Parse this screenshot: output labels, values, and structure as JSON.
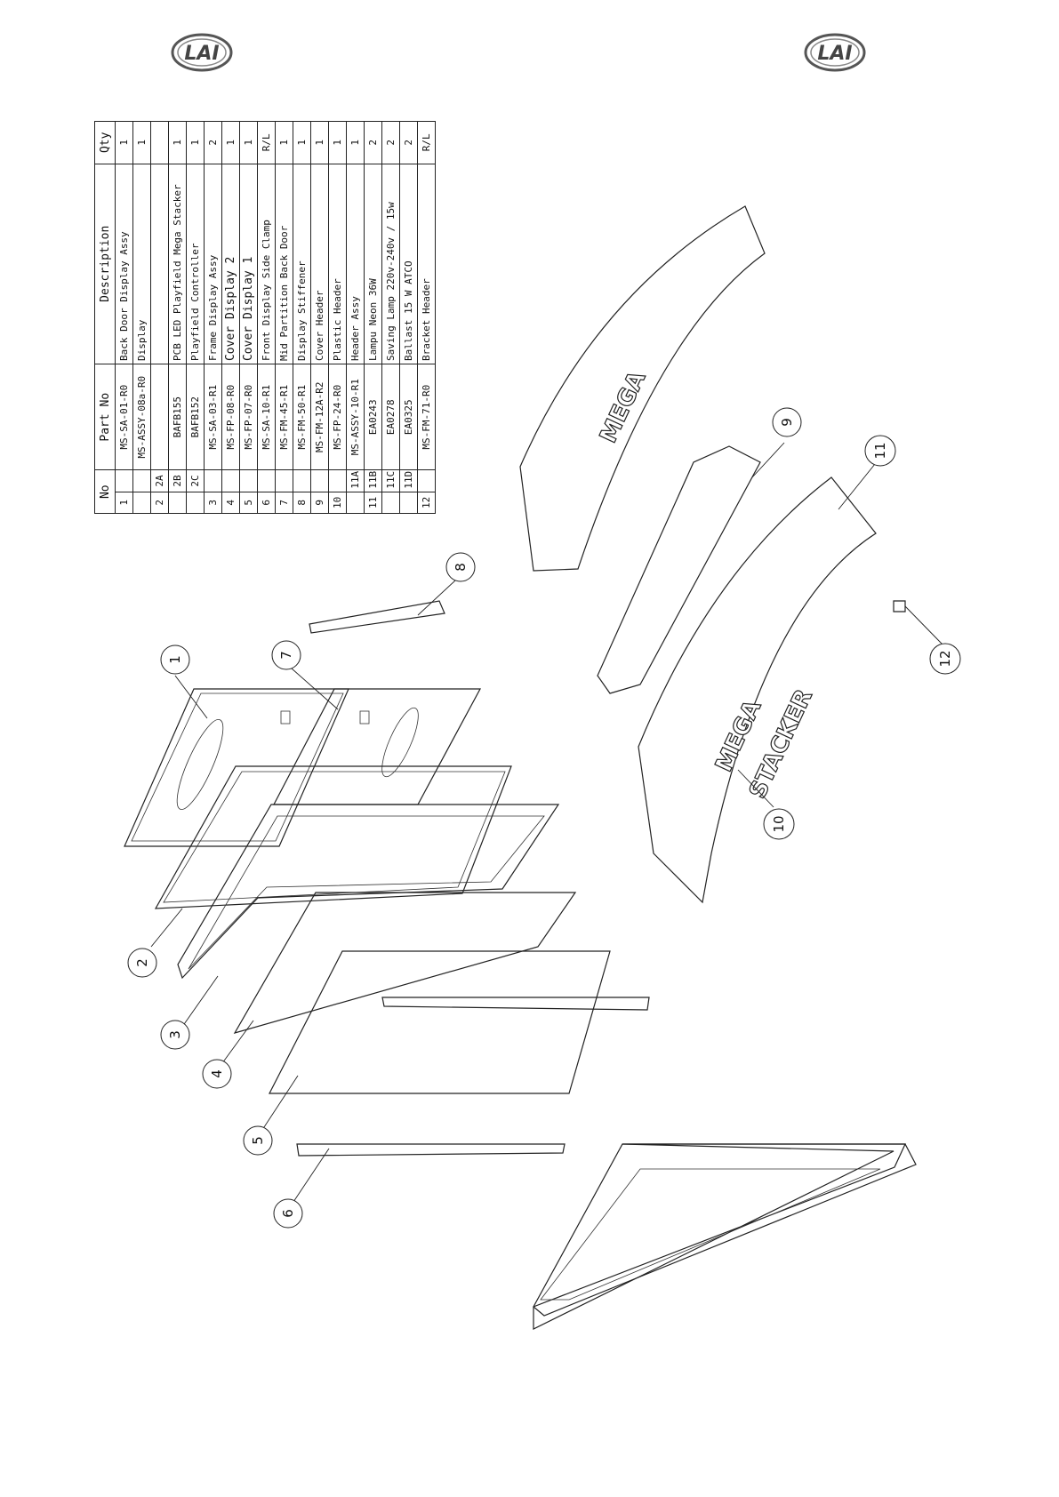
{
  "logo": {
    "text": "LAI"
  },
  "parts_table": {
    "headers": {
      "no": "No",
      "part_no": "Part No",
      "description": "Description",
      "qty": "Qty"
    },
    "rows": [
      {
        "no": "1",
        "sub": "",
        "part_no": "MS-SA-01-R0",
        "description": "Back Door Display Assy",
        "qty": "1"
      },
      {
        "no": "",
        "sub": "",
        "part_no": "MS-ASSY-08a-R0",
        "description": "Display",
        "qty": "1"
      },
      {
        "no": "2",
        "sub": "2A",
        "part_no": "",
        "description": "",
        "qty": ""
      },
      {
        "no": "",
        "sub": "2B",
        "part_no": "BAFB155",
        "description": "PCB LED Playfield Mega Stacker",
        "qty": "1"
      },
      {
        "no": "",
        "sub": "2C",
        "part_no": "BAFB152",
        "description": "Playfield Controller",
        "qty": "1"
      },
      {
        "no": "3",
        "sub": "",
        "part_no": "MS-SA-03-R1",
        "description": "Frame Display Assy",
        "qty": "2"
      },
      {
        "no": "4",
        "sub": "",
        "part_no": "MS-FP-08-R0",
        "description": "Cover Display 2",
        "qty": "1"
      },
      {
        "no": "5",
        "sub": "",
        "part_no": "MS-FP-07-R0",
        "description": "Cover Display 1",
        "qty": "1"
      },
      {
        "no": "6",
        "sub": "",
        "part_no": "MS-SA-10-R1",
        "description": "Front Display Side Clamp",
        "qty": "R/L"
      },
      {
        "no": "7",
        "sub": "",
        "part_no": "MS-FM-45-R1",
        "description": "Mid Partition Back Door",
        "qty": "1"
      },
      {
        "no": "8",
        "sub": "",
        "part_no": "MS-FM-50-R1",
        "description": "Display Stiffener",
        "qty": "1"
      },
      {
        "no": "9",
        "sub": "",
        "part_no": "MS-FM-12A-R2",
        "description": "Cover Header",
        "qty": "1"
      },
      {
        "no": "10",
        "sub": "",
        "part_no": "MS-FP-24-R0",
        "description": "Plastic Header",
        "qty": "1"
      },
      {
        "no": "",
        "sub": "11A",
        "part_no": "MS-ASSY-10-R1",
        "description": "Header Assy",
        "qty": "1"
      },
      {
        "no": "11",
        "sub": "11B",
        "part_no": "EA0243",
        "description": "Lampu Neon 36W",
        "qty": "2"
      },
      {
        "no": "",
        "sub": "11C",
        "part_no": "EA0278",
        "description": "Saving Lamp 220v-240v / 15w",
        "qty": "2"
      },
      {
        "no": "",
        "sub": "11D",
        "part_no": "EA0325",
        "description": "Ballast 15 W ATCO",
        "qty": "2"
      },
      {
        "no": "12",
        "sub": "",
        "part_no": "MS-FM-71-R0",
        "description": "Bracket Header",
        "qty": "R/L"
      }
    ]
  },
  "callouts": [
    "1",
    "2",
    "3",
    "4",
    "5",
    "6",
    "7",
    "8",
    "9",
    "10",
    "11",
    "12"
  ],
  "header_art": {
    "line1": "MEGA",
    "line2": "STACKER"
  }
}
